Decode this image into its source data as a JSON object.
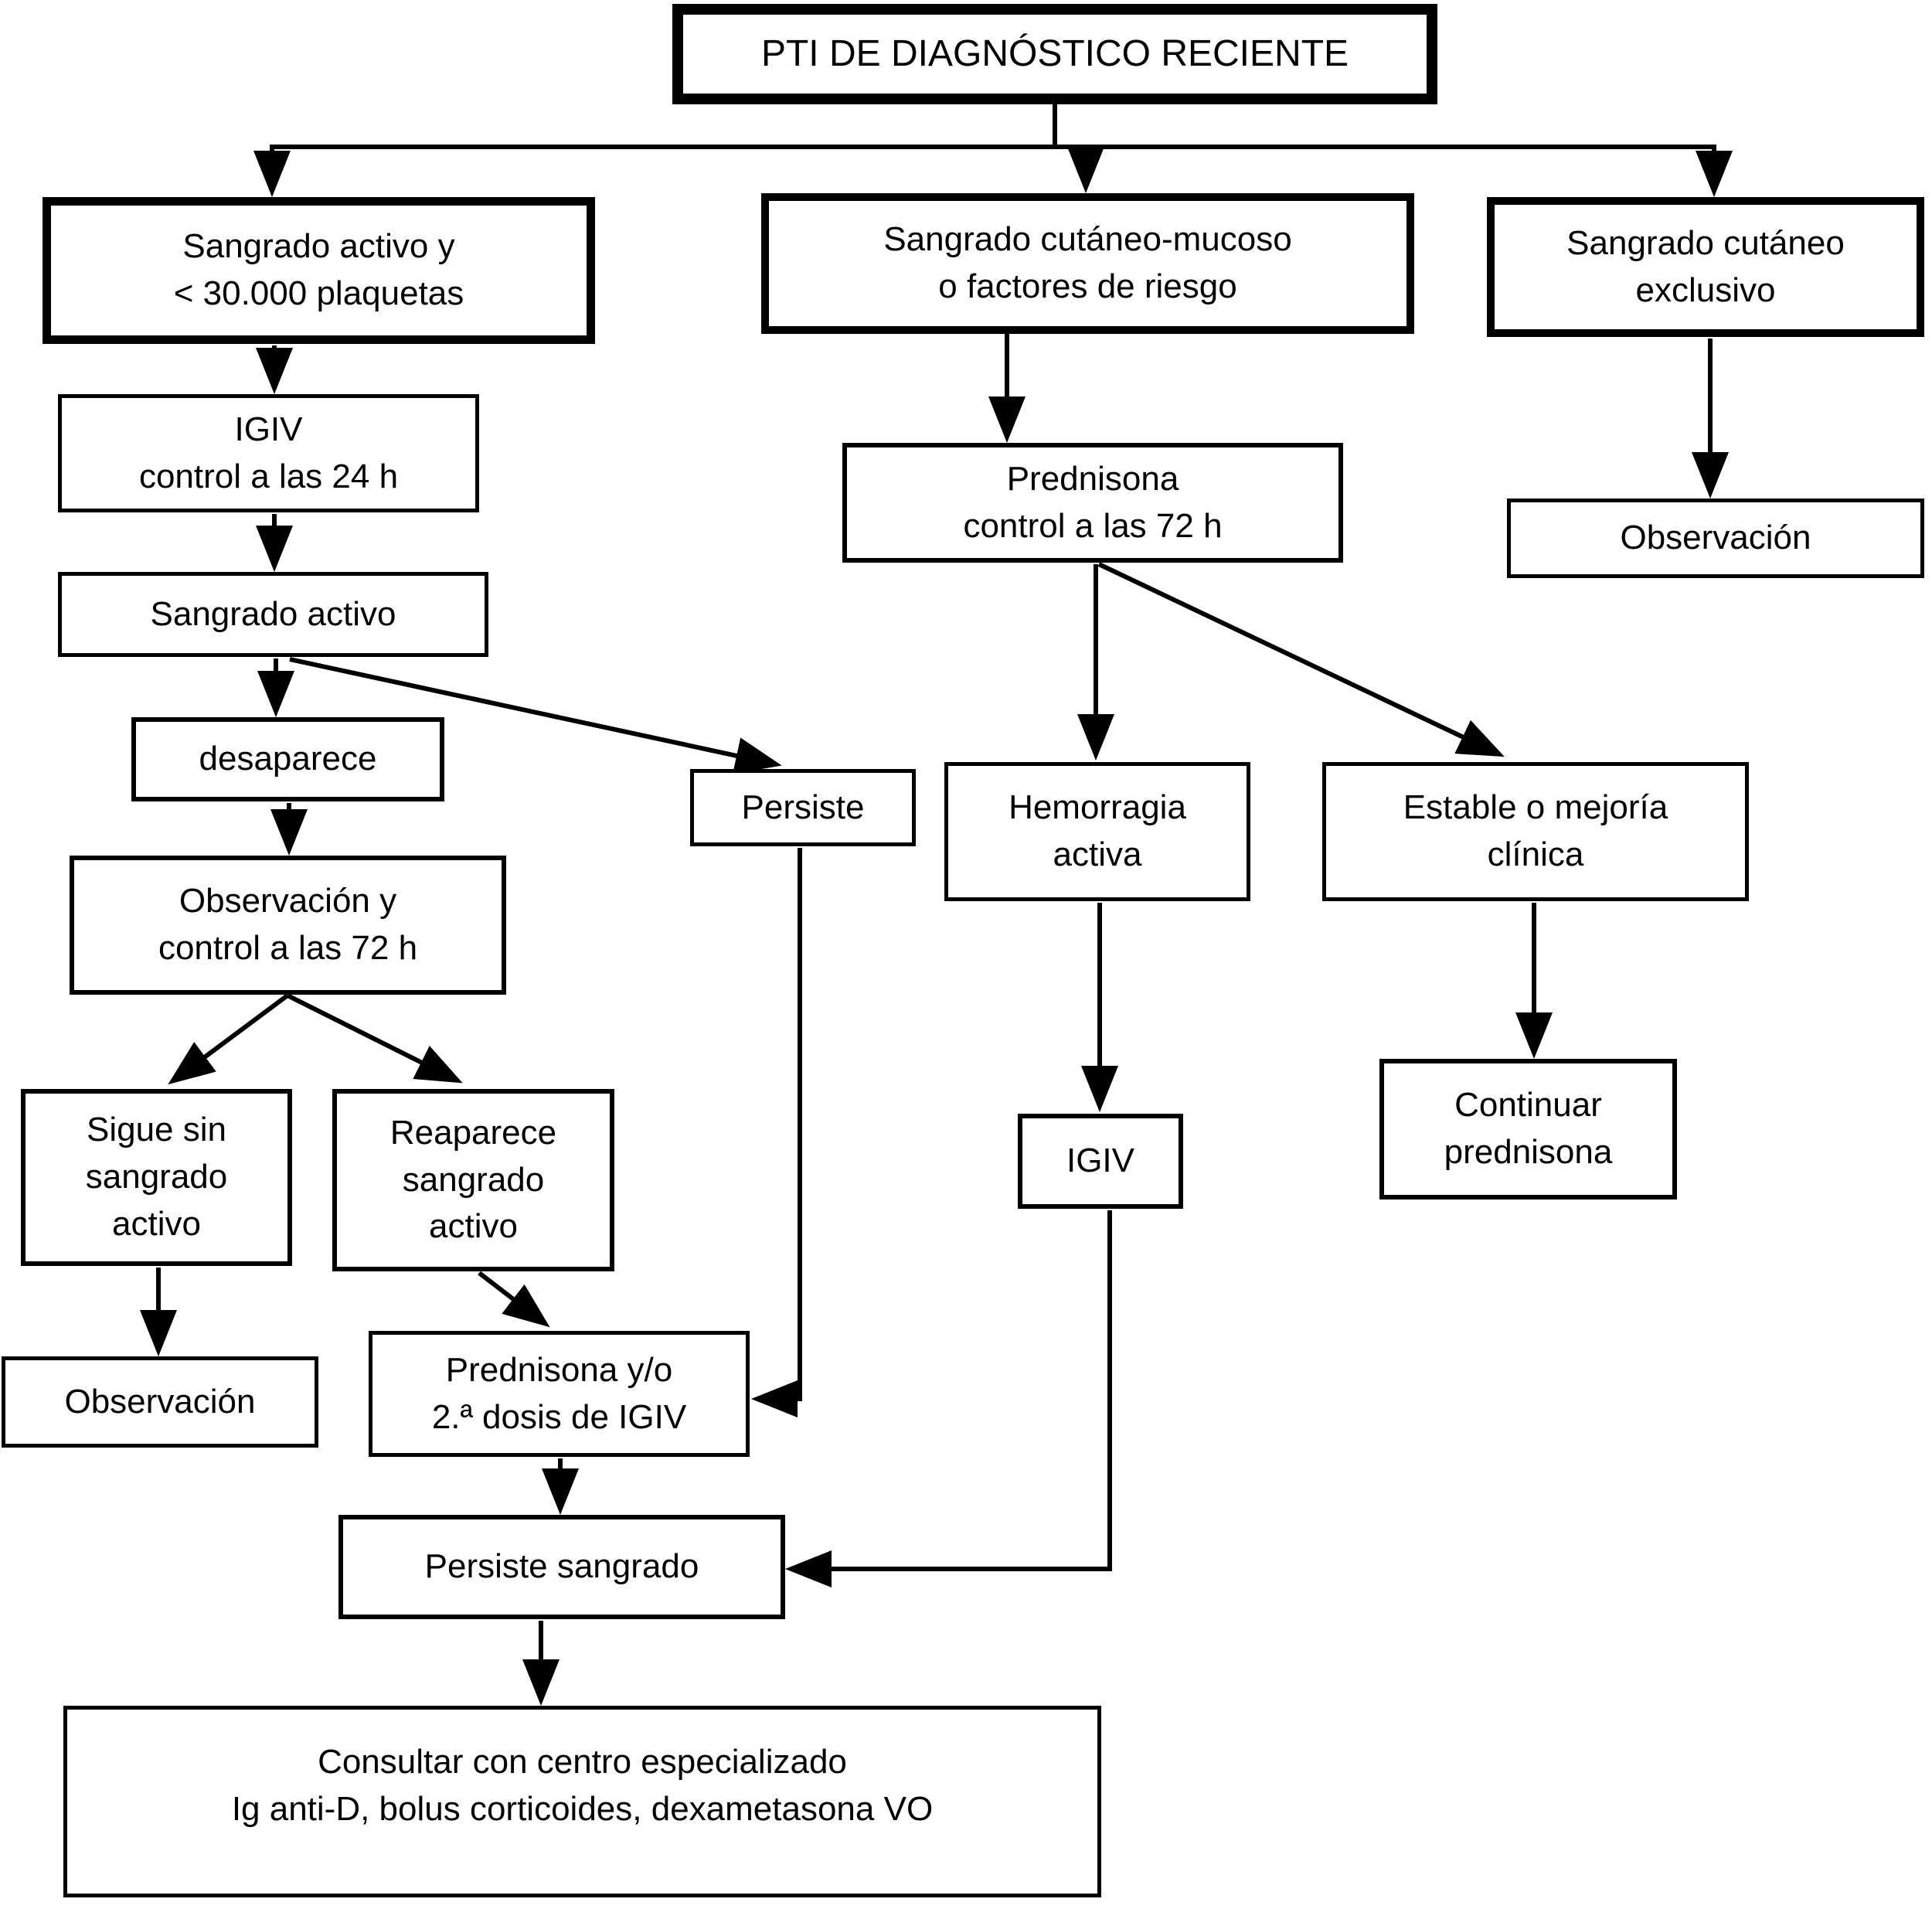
{
  "diagram_type": "flowchart",
  "language": "es",
  "colors": {
    "background": "#ffffff",
    "line": "#000000",
    "box_border": "#000000",
    "box_fill": "#ffffff",
    "text": "#000000"
  },
  "nodes": {
    "titulo": {
      "label": "PTI  DE DIAGNÓSTICO RECIENTE"
    },
    "sangrado_activo_30000": {
      "label": "Sangrado activo y\n< 30.000 plaquetas"
    },
    "sangrado_cutaneo_mucoso": {
      "label": "Sangrado cutáneo-mucoso\no factores de riesgo"
    },
    "sangrado_cutaneo_exclusivo": {
      "label": "Sangrado cutáneo\nexclusivo"
    },
    "igiv_24h": {
      "label": "IGIV\ncontrol a las 24 h"
    },
    "sangrado_activo": {
      "label": "Sangrado activo"
    },
    "desaparece": {
      "label": "desaparece"
    },
    "persiste": {
      "label": "Persiste"
    },
    "observacion_72h": {
      "label": "Observación y\ncontrol a las 72 h"
    },
    "prednisona_72h": {
      "label": "Prednisona\ncontrol a las 72 h"
    },
    "observacion_derecha": {
      "label": "Observación"
    },
    "hemorragia_activa": {
      "label": "Hemorragia\nactiva"
    },
    "estable_mejoria": {
      "label": "Estable o mejoría\nclínica"
    },
    "sigue_sin_sangrado": {
      "label": "Sigue sin\nsangrado\nactivo"
    },
    "reaparece_sangrado": {
      "label": "Reaparece\nsangrado\nactivo"
    },
    "observacion_izquierda": {
      "label": "Observación"
    },
    "prednisona_igiv2": {
      "label": "Prednisona y/o\n2.ª dosis de IGIV"
    },
    "igiv": {
      "label": "IGIV"
    },
    "continuar_prednisona": {
      "label": "Continuar\nprednisona"
    },
    "persiste_sangrado": {
      "label": "Persiste sangrado"
    },
    "consultar": {
      "label": "Consultar con centro especializado\nIg anti-D, bolus corticoides, dexametasona VO"
    }
  },
  "edges": [
    {
      "from": "titulo",
      "to": "sangrado_activo_30000"
    },
    {
      "from": "titulo",
      "to": "sangrado_cutaneo_mucoso"
    },
    {
      "from": "titulo",
      "to": "sangrado_cutaneo_exclusivo"
    },
    {
      "from": "sangrado_activo_30000",
      "to": "igiv_24h"
    },
    {
      "from": "igiv_24h",
      "to": "sangrado_activo"
    },
    {
      "from": "sangrado_activo",
      "to": "desaparece"
    },
    {
      "from": "sangrado_activo",
      "to": "persiste"
    },
    {
      "from": "desaparece",
      "to": "observacion_72h"
    },
    {
      "from": "observacion_72h",
      "to": "sigue_sin_sangrado"
    },
    {
      "from": "observacion_72h",
      "to": "reaparece_sangrado"
    },
    {
      "from": "sigue_sin_sangrado",
      "to": "observacion_izquierda"
    },
    {
      "from": "reaparece_sangrado",
      "to": "prednisona_igiv2"
    },
    {
      "from": "persiste",
      "to": "prednisona_igiv2"
    },
    {
      "from": "prednisona_igiv2",
      "to": "persiste_sangrado"
    },
    {
      "from": "sangrado_cutaneo_mucoso",
      "to": "prednisona_72h"
    },
    {
      "from": "prednisona_72h",
      "to": "hemorragia_activa"
    },
    {
      "from": "prednisona_72h",
      "to": "estable_mejoria"
    },
    {
      "from": "hemorragia_activa",
      "to": "igiv"
    },
    {
      "from": "igiv",
      "to": "persiste_sangrado"
    },
    {
      "from": "estable_mejoria",
      "to": "continuar_prednisona"
    },
    {
      "from": "sangrado_cutaneo_exclusivo",
      "to": "observacion_derecha"
    },
    {
      "from": "persiste_sangrado",
      "to": "consultar"
    }
  ]
}
